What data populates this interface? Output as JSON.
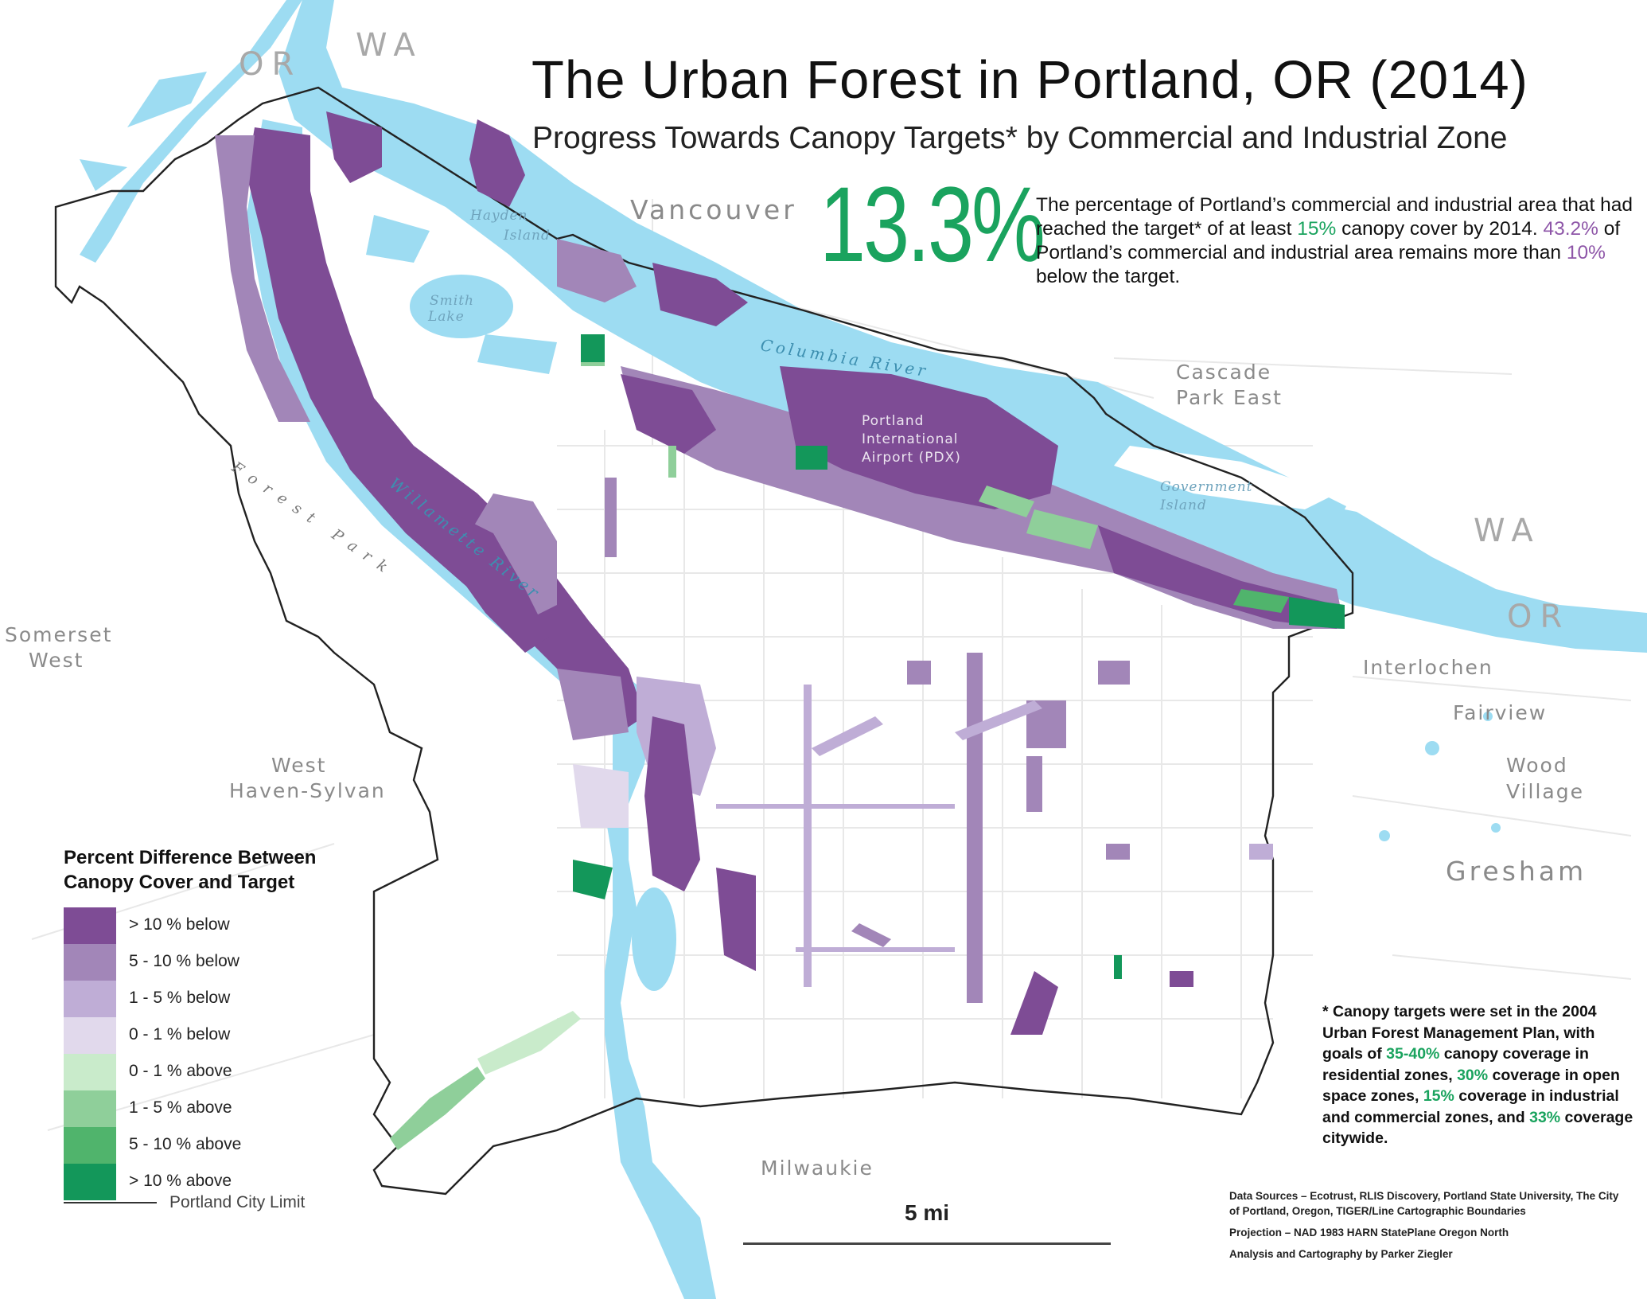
{
  "title": "The Urban Forest in Portland, OR (2014)",
  "subtitle": "Progress Towards Canopy Targets* by Commercial and Industrial Zone",
  "stat": {
    "value": "13.3%",
    "text_1": "The percentage of Portland’s commercial and industrial area that had reached the target* of at least ",
    "target": "15%",
    "text_2": " canopy cover by 2014. ",
    "below_share": "43.2%",
    "text_3": " of Portland’s commercial and industrial area remains more than ",
    "below_threshold": "10%",
    "text_4": " below the target."
  },
  "legend": {
    "title": "Percent Difference Between Canopy Cover and Target",
    "items": [
      {
        "label": "> 10 % below",
        "color": "#7e4c95"
      },
      {
        "label": " 5 - 10 % below",
        "color": "#a286b8"
      },
      {
        "label": "1 - 5 % below",
        "color": "#bfadd6"
      },
      {
        "label": "0 - 1 % below",
        "color": "#e1d9ec"
      },
      {
        "label": "0 - 1 % above",
        "color": "#c9ebcb"
      },
      {
        "label": "1 - 5 % above",
        "color": "#8fcf9a"
      },
      {
        "label": "5 - 10 % above",
        "color": "#50b46c"
      },
      {
        "label": "> 10 % above",
        "color": "#13975a"
      }
    ],
    "city_limit_label": "Portland City Limit"
  },
  "footnote": {
    "t1": "* Canopy targets were set in the 2004 Urban Forest Management Plan, with goals of ",
    "residential": "35-40%",
    "t2": " canopy coverage in residential zones, ",
    "open_space": "30%",
    "t3": " coverage in open space zones, ",
    "industrial": "15%",
    "t4": " coverage in industrial and commercial zones, and ",
    "citywide": "33%",
    "t5": " coverage citywide."
  },
  "sources": {
    "data": "Data Sources – Ecotrust, RLIS Discovery, Portland State University, The City of Portland, Oregon, TIGER/Line Cartographic Boundaries",
    "projection": "Projection – NAD 1983 HARN StatePlane Oregon North",
    "credit": "Analysis and Cartography by Parker Ziegler"
  },
  "scale": {
    "label": "5 mi"
  },
  "places": {
    "vancouver": "Vancouver",
    "hayden_1": "Hayden",
    "hayden_2": "Island",
    "smith_1": "Smith",
    "smith_2": "Lake",
    "columbia": "Columbia River",
    "willamette": "Willamette River",
    "forest_park": "Forest Park",
    "pdx_1": "Portland",
    "pdx_2": "International",
    "pdx_3": "Airport (PDX)",
    "gov_1": "Government",
    "gov_2": "Island",
    "cascade_1": "Cascade",
    "cascade_2": "Park East",
    "interlochen": "Interlochen",
    "fairview": "Fairview",
    "wood_1": "Wood",
    "wood_2": "Village",
    "gresham": "Gresham",
    "milwaukie": "Milwaukie",
    "somerset_1": "Somerset",
    "somerset_2": "West",
    "westhaven_1": "West",
    "westhaven_2": "Haven-Sylvan",
    "or_top": "OR",
    "wa_top": "WA",
    "wa_right": "WA",
    "or_right": "OR"
  },
  "colors": {
    "water": "#9ddcf2",
    "road": "#e6e6e6",
    "city_limit": "#222222"
  }
}
